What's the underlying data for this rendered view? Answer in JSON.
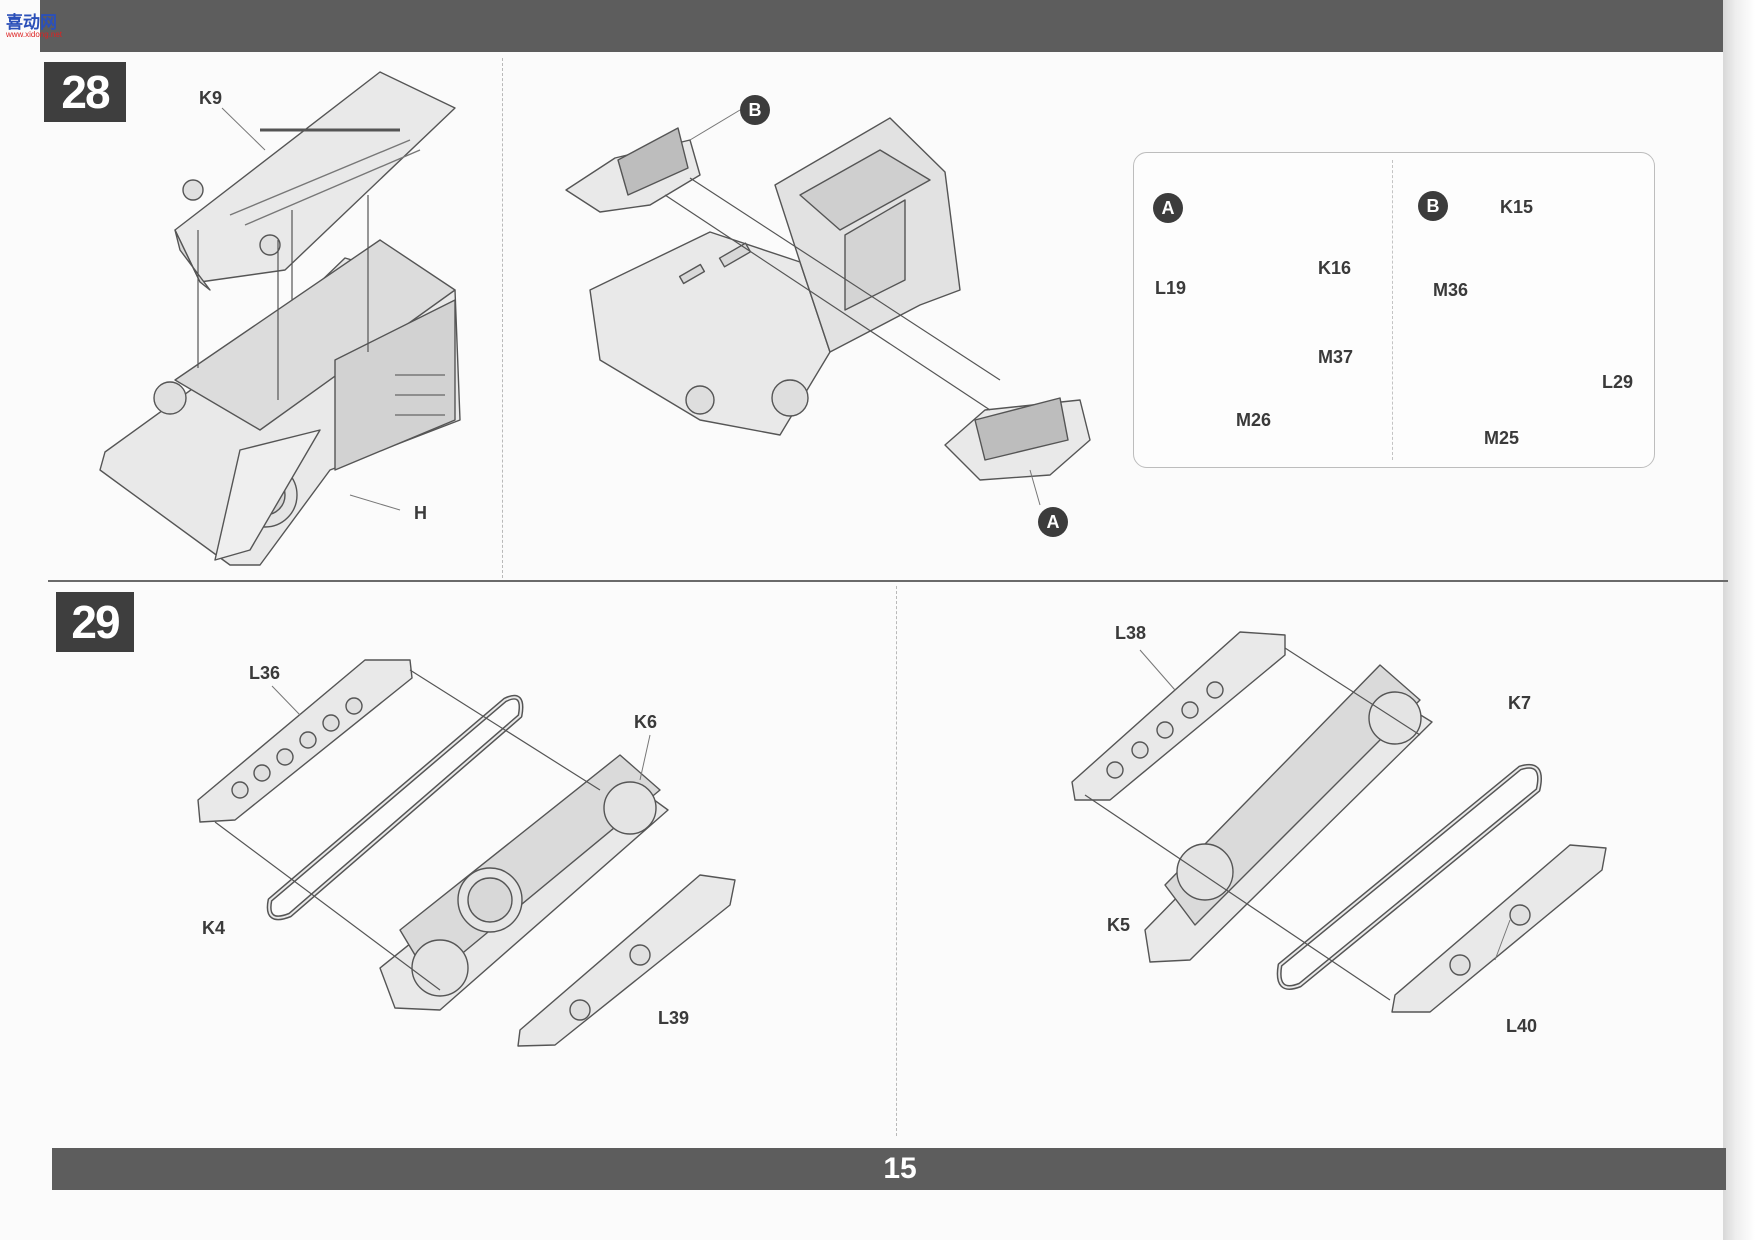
{
  "logo": {
    "text": "喜动网",
    "url_text": "www.xidong.net"
  },
  "page_number": "15",
  "step28": {
    "number": "28",
    "main_labels": {
      "k9": "K9",
      "h": "H"
    },
    "callouts": {
      "b": "B",
      "a": "A"
    },
    "inset_a": {
      "badge": "A",
      "k16": "K16",
      "l19": "L19",
      "m37": "M37",
      "m26": "M26"
    },
    "inset_b": {
      "badge": "B",
      "k15": "K15",
      "m36": "M36",
      "l29": "L29",
      "m25": "M25"
    }
  },
  "step29": {
    "number": "29",
    "left": {
      "l36": "L36",
      "k6": "K6",
      "k4": "K4",
      "l39": "L39"
    },
    "right": {
      "l38": "L38",
      "k7": "K7",
      "k5": "K5",
      "l40": "L40"
    }
  }
}
